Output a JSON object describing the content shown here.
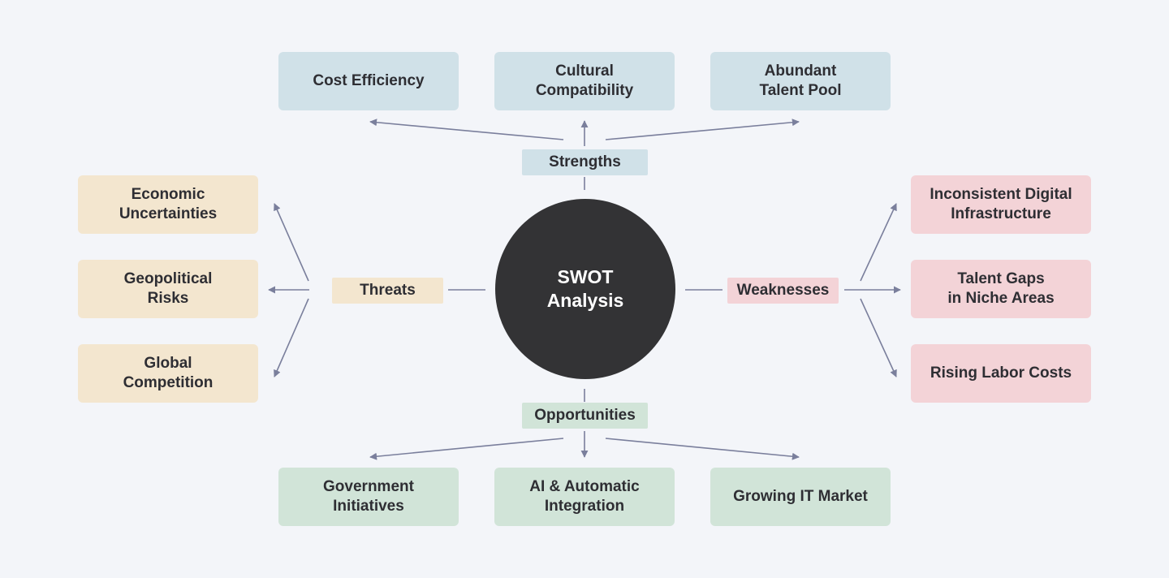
{
  "colors": {
    "background": "#f3f5f9",
    "center": "#333335",
    "connector": "#7a7f9c",
    "strengths": "#d0e1e8",
    "weaknesses": "#f3d3d7",
    "opportunities": "#d1e4d8",
    "threats": "#f3e6cf"
  },
  "center": {
    "title": "SWOT\nAnalysis"
  },
  "strengths": {
    "label": "Strengths",
    "items": [
      "Cost Efficiency",
      "Cultural\nCompatibility",
      "Abundant\nTalent Pool"
    ]
  },
  "weaknesses": {
    "label": "Weaknesses",
    "items": [
      "Inconsistent Digital\nInfrastructure",
      "Talent Gaps\nin Niche Areas",
      "Rising Labor Costs"
    ]
  },
  "opportunities": {
    "label": "Opportunities",
    "items": [
      "Government\nInitiatives",
      "AI & Automatic\nIntegration",
      "Growing IT Market"
    ]
  },
  "threats": {
    "label": "Threats",
    "items": [
      "Economic\nUncertainties",
      "Geopolitical\nRisks",
      "Global\nCompetition"
    ]
  }
}
